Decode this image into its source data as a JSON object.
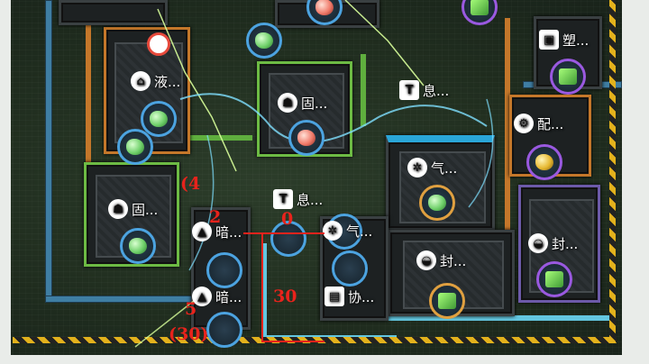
{
  "scene": "factory-base-view",
  "buildings": [
    {
      "id": "liquid",
      "label": "液..."
    },
    {
      "id": "solid-top",
      "label": "固..."
    },
    {
      "id": "solid-left",
      "label": "固..."
    },
    {
      "id": "interest-top",
      "label": "息..."
    },
    {
      "id": "interest-mid",
      "label": "息..."
    },
    {
      "id": "config",
      "label": "配..."
    },
    {
      "id": "plastic",
      "label": "塑..."
    },
    {
      "id": "gas-main",
      "label": "气..."
    },
    {
      "id": "gas-small",
      "label": "气..."
    },
    {
      "id": "dark-1",
      "label": "暗..."
    },
    {
      "id": "dark-2",
      "label": "暗..."
    },
    {
      "id": "seal-1",
      "label": "封..."
    },
    {
      "id": "seal-2",
      "label": "封..."
    },
    {
      "id": "assist",
      "label": "协..."
    }
  ],
  "annotations": {
    "a1": "(4",
    "a2": "2",
    "a3": "0",
    "a4": "30",
    "a5": "(30)",
    "a6": "5"
  },
  "colors": {
    "red_annotation": "#e8231c",
    "power_arc": "#7fe0ff",
    "pipe_blue": "#3f7ea3",
    "hazard_yellow": "#e3b21c"
  }
}
